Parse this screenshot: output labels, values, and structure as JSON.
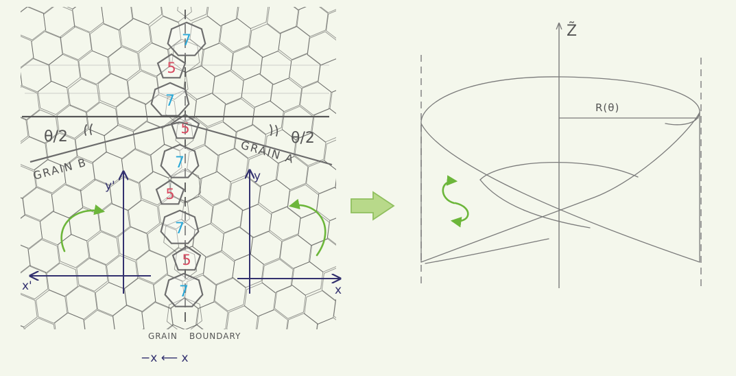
{
  "left_panel": {
    "defect_cells": [
      {
        "label": "7",
        "kind": "heptagon"
      },
      {
        "label": "5",
        "kind": "pentagon"
      },
      {
        "label": "7",
        "kind": "heptagon"
      },
      {
        "label": "5",
        "kind": "pentagon"
      },
      {
        "label": "7",
        "kind": "heptagon"
      },
      {
        "label": "5",
        "kind": "pentagon"
      },
      {
        "label": "7",
        "kind": "heptagon"
      },
      {
        "label": "5",
        "kind": "pentagon"
      },
      {
        "label": "7",
        "kind": "heptagon"
      }
    ],
    "angle_left": "θ/2",
    "angle_right": "θ/2",
    "grain_b_label": "GRAIN B",
    "grain_a_label": "GRAIN A",
    "axis_y_prime": "y'",
    "axis_x_prime": "x'",
    "axis_y": "y",
    "axis_x": "x",
    "caption_grain": "GRAIN",
    "caption_boundary": "BOUNDARY",
    "caption_map": "−x ⟵ x"
  },
  "right_panel": {
    "z_axis_label": "Z̃",
    "radius_label": "R(θ)"
  },
  "colors": {
    "heptagon": "#2aa8d8",
    "pentagon": "#d84a60",
    "axes": "#32306e",
    "rotation_arrows": "#6cb63a",
    "pencil": "#7a7a7a"
  }
}
